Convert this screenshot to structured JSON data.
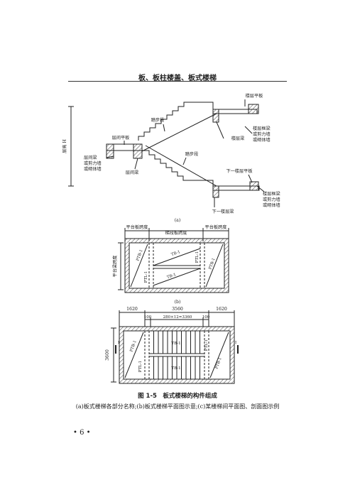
{
  "header": {
    "title": "板、板柱楼盖、板式楼梯"
  },
  "fig_a": {
    "panel": "(a)",
    "vertical": "层高 H",
    "top_slab": "楼层平板",
    "mid_slab": "层间平板",
    "upper_flight": "踏步段",
    "lower_flight": "踏步段",
    "beam_right_upper": "楼层梁",
    "frame_upper": [
      "楼层框梁",
      "或剪力墙",
      "或砌体墙"
    ],
    "frame_left": [
      "层间梁",
      "或剪力墙",
      "或砌体墙"
    ],
    "mid_beam": "层间梁",
    "next_slab": "下一楼层平板",
    "frame_lower": [
      "楼层框梁",
      "或剪力墙",
      "或砌体墙"
    ],
    "bottom_beam": "下一楼层梁"
  },
  "fig_b": {
    "panel": "(b)",
    "dim_left": "平台板跨度",
    "dim_mid": "梯段板跨度",
    "dim_right": "平台板跨度",
    "side": "平台梁跨度",
    "ptb_left": "PTB-1",
    "ptl_left": "PTL-1",
    "tb_top": "TB-1",
    "tb_bot": "TB-1",
    "ptl_right": "PTL-1",
    "ptb_right": "PTB-1"
  },
  "fig_c": {
    "dim_total": "3560",
    "dim_left": "1620",
    "dim_right": "1620",
    "dim_gap_left": "100",
    "dim_steps": "280×12=3360",
    "dim_gap_right": "100",
    "height": "3600",
    "section_left": "I",
    "section_right": "I",
    "ptb_left": "PTB-1",
    "ptl_left": "PTL-1",
    "tb_top": "TB-1",
    "tb_bot": "TB-1",
    "ptl_right": "PTL-1",
    "ptb_right": "PTB-1"
  },
  "caption": {
    "title": "图 1-5　板式楼梯的构件组成",
    "desc": "(a)板式楼梯各部分名称;(b)板式楼梯平面图示意;(c)某楼梯间平面图、剖面图示例"
  },
  "page": {
    "number": "• 6 •"
  }
}
